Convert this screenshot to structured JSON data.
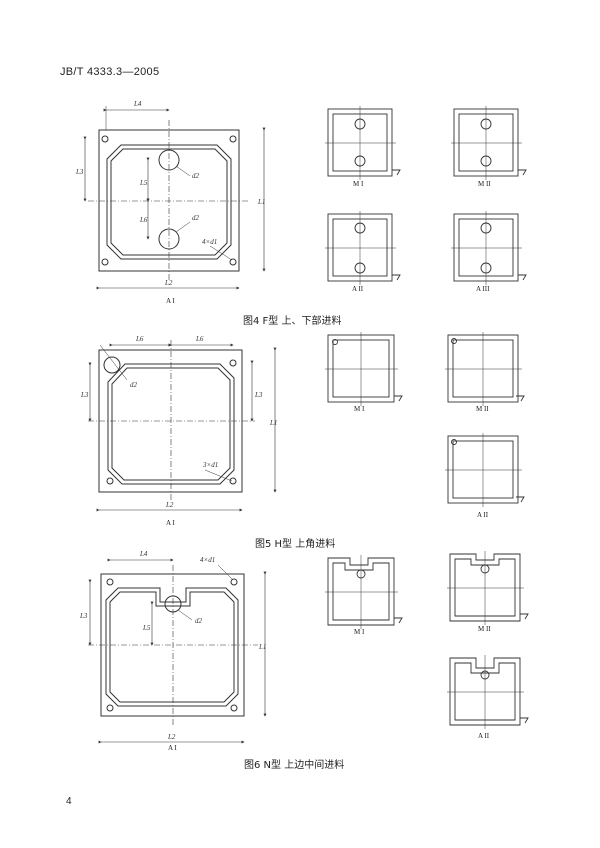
{
  "header": {
    "standard_code": "JB/T 4333.3—2005"
  },
  "figures": [
    {
      "caption": "图4  F型 上、下部进料",
      "main_label": "A I",
      "dims": {
        "l4": "L4",
        "l3": "L3",
        "l5": "L5",
        "l6": "L6",
        "d2a": "d2",
        "d2b": "d2",
        "l1": "L1",
        "l2": "L2",
        "holes": "4×d1"
      },
      "subfigures": [
        "M I",
        "M II",
        "A II",
        "A III"
      ]
    },
    {
      "caption": "图5  H型 上角进料",
      "main_label": "A I",
      "dims": {
        "l6a": "L6",
        "l6b": "L6",
        "d2": "d2",
        "l3a": "L3",
        "l3b": "L3",
        "l1": "L1",
        "l2": "L2",
        "holes": "3×d1"
      },
      "subfigures": [
        "M I",
        "M II",
        "A II"
      ]
    },
    {
      "caption": "图6  N型 上边中间进料",
      "main_label": "A I",
      "dims": {
        "l4": "L4",
        "holes": "4×d1",
        "l3": "L3",
        "l5": "L5",
        "d2": "d2",
        "l1": "L1",
        "l2": "L2"
      },
      "subfigures": [
        "M I",
        "M II",
        "A II"
      ]
    }
  ],
  "page_number": "4"
}
